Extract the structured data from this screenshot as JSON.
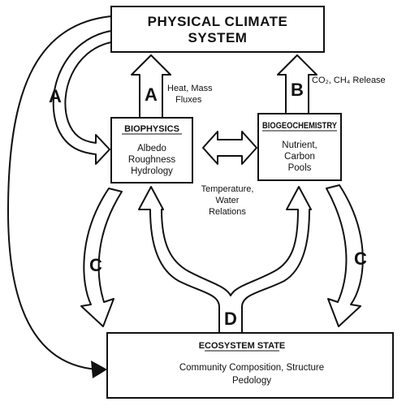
{
  "physical_box": {
    "line1": "PHYSICAL CLIMATE",
    "line2": "SYSTEM"
  },
  "biophysics_box": {
    "title": "BIOPHYSICS",
    "line1": "Albedo",
    "line2": "Roughness",
    "line3": "Hydrology"
  },
  "biogeochemistry_box": {
    "title": "BIOGEOCHEMISTRY",
    "line1": "Nutrient,",
    "line2": "Carbon",
    "line3": "Pools"
  },
  "ecosystem_box": {
    "title": "ECOSYSTEM STATE",
    "line1": "Community Composition, Structure",
    "line2": "Pedology"
  },
  "labels": {
    "heat_mass_1": "Heat, Mass",
    "heat_mass_2": "Fluxes",
    "co2_release": "CO₂, CH₄ Release",
    "temp_water_1": "Temperature,",
    "temp_water_2": "Water",
    "temp_water_3": "Relations"
  },
  "arrow_letters": {
    "a_left": "A",
    "a_up": "A",
    "b_up": "B",
    "c_left": "C",
    "c_right": "C",
    "d_bottom": "D"
  }
}
